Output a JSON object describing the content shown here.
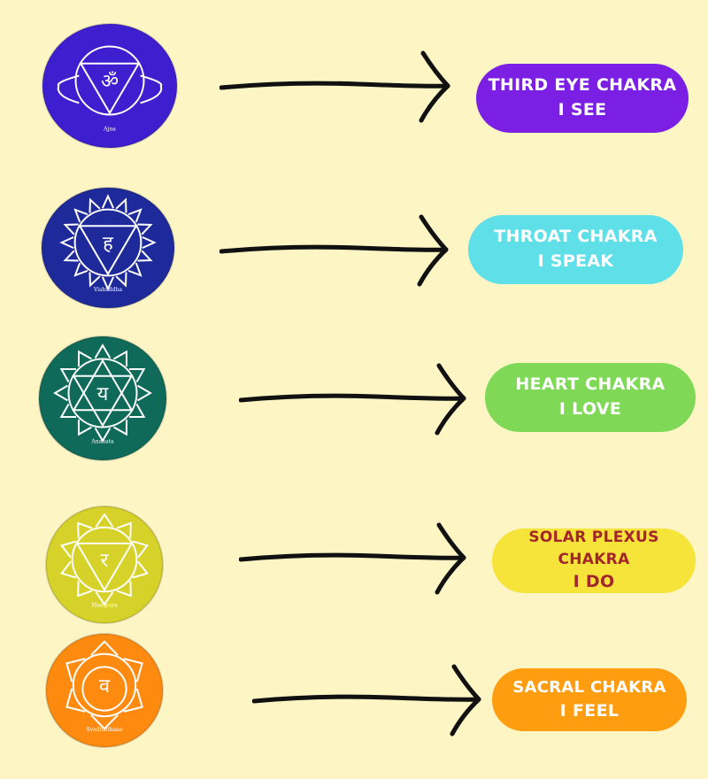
{
  "chakras": [
    {
      "name": "THIRD EYE CHAKRA",
      "affirmation": "I SEE",
      "disc_label": "Ajna",
      "symbol": "ॐ",
      "disc_color": "#3d1fd0",
      "pill_color": "#7a1fe3",
      "text_color": "#ffffff"
    },
    {
      "name": "THROAT CHAKRA",
      "affirmation": "I SPEAK",
      "disc_label": "Vishuddha",
      "symbol": "ह",
      "disc_color": "#1f2a9a",
      "pill_color": "#5fe0e8",
      "text_color": "#ffffff"
    },
    {
      "name": "HEART CHAKRA",
      "affirmation": "I LOVE",
      "disc_label": "Anahata",
      "symbol": "य",
      "disc_color": "#0f6a5a",
      "pill_color": "#7fd957",
      "text_color": "#ffffff"
    },
    {
      "name": "SOLAR PLEXUS CHAKRA",
      "affirmation": "I DO",
      "disc_label": "Manipura",
      "symbol": "र",
      "disc_color": "#d7d22a",
      "pill_color": "#f6e43a",
      "text_color": "#a3262a"
    },
    {
      "name": "SACRAL CHAKRA",
      "affirmation": "I FEEL",
      "disc_label": "Svadhisthana",
      "symbol": "व",
      "disc_color": "#ff8a10",
      "pill_color": "#ff9d10",
      "text_color": "#ffffff"
    }
  ],
  "icons": {
    "arrow": "arrow-right-icon",
    "disc": "chakra-symbol-icon"
  }
}
